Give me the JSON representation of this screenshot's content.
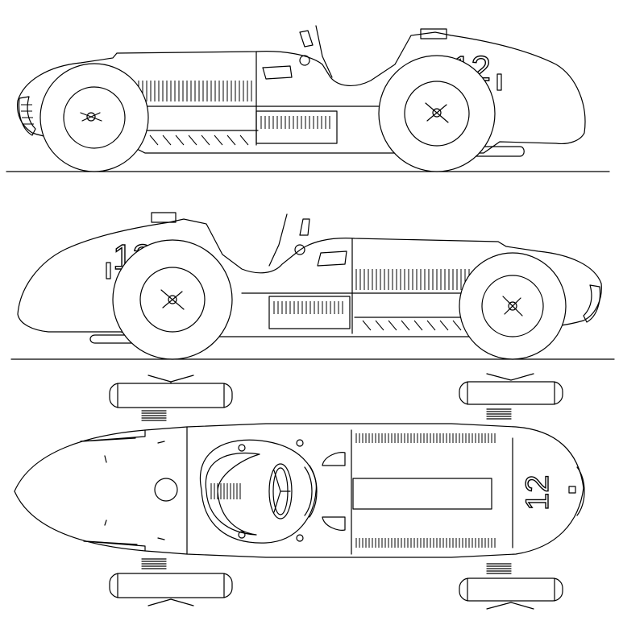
{
  "drawing": {
    "race_number": "12",
    "views": [
      {
        "id": "side-left",
        "kind": "side elevation"
      },
      {
        "id": "side-right",
        "kind": "side elevation (mirrored)"
      },
      {
        "id": "plan",
        "kind": "top plan view"
      }
    ],
    "line_color": "#000000",
    "background": "#ffffff"
  }
}
